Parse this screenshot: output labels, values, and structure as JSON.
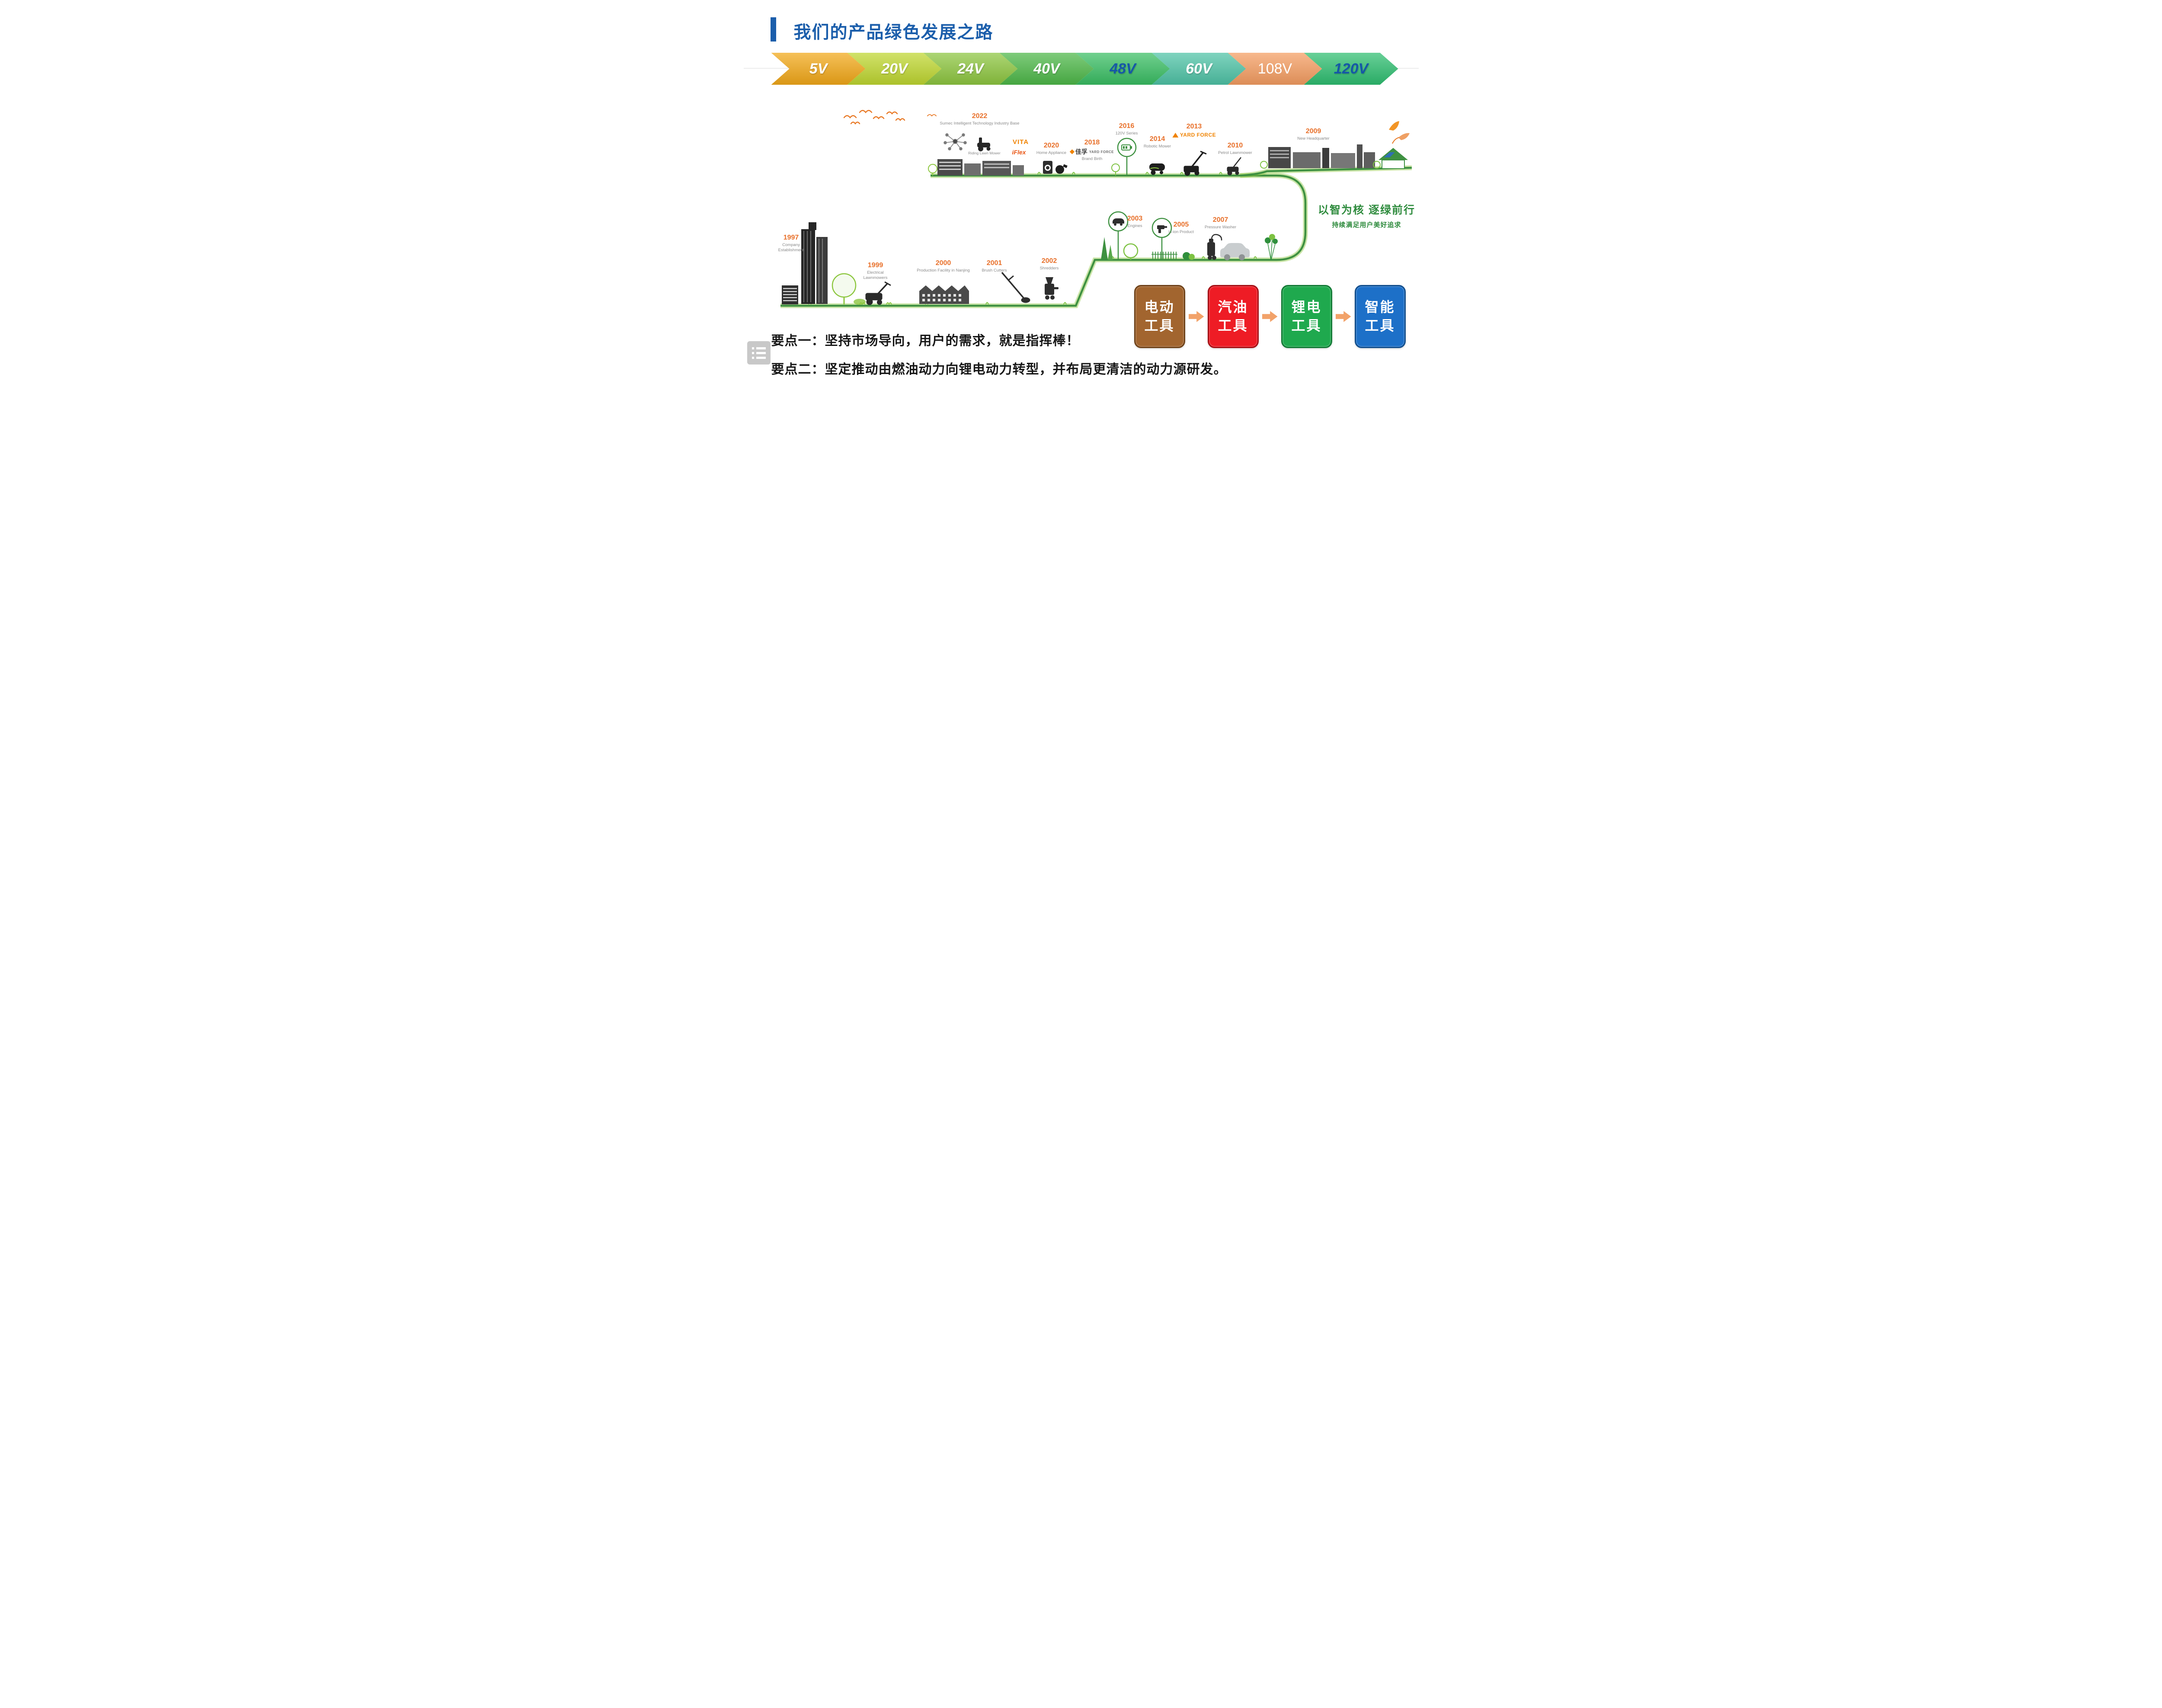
{
  "header": {
    "title": "我们的产品绿色发展之路"
  },
  "colors": {
    "title_blue": "#1B5EAB",
    "road_green": "#3E9141",
    "year_orange": "#E8702A",
    "slogan_green": "#2E8B3D",
    "arrow_orange": "#F2A269"
  },
  "voltage_steps": [
    {
      "label": "5V",
      "color": "#F2A818",
      "text": "#FFFFFF"
    },
    {
      "label": "20V",
      "color": "#BFD730",
      "text": "#FFFFFF"
    },
    {
      "label": "24V",
      "color": "#8DC63F",
      "text": "#FFFFFF"
    },
    {
      "label": "40V",
      "color": "#4DB848",
      "text": "#FFFFFF"
    },
    {
      "label": "48V",
      "color": "#39BE63",
      "text": "#1558A7"
    },
    {
      "label": "60V",
      "color": "#4EC3A6",
      "text": "#FFFFFF"
    },
    {
      "label": "108V",
      "color": "#F59D61",
      "text": "#FFFFFF"
    },
    {
      "label": "120V",
      "color": "#2EBE70",
      "text": "#1558A7"
    }
  ],
  "timeline": {
    "top": [
      {
        "year": "2022",
        "label": "Sumec Intelligent Technology Industry Base",
        "sub_label": "Riding Lawn Mower"
      },
      {
        "year": "2020",
        "label": "Home Appliance"
      },
      {
        "year": "2018",
        "label": "Brand Birth"
      },
      {
        "year": "2016",
        "label": "120V Series"
      },
      {
        "year": "2014",
        "label": "Robotic Mower"
      },
      {
        "year": "2013",
        "label": ""
      },
      {
        "year": "2010",
        "label": "Petrol Lawnmower"
      },
      {
        "year": "2009",
        "label": "New Headquarter"
      }
    ],
    "bottom": [
      {
        "year": "1997",
        "label": "Company Establishment"
      },
      {
        "year": "1999",
        "label": "Electrical Lawnmowers"
      },
      {
        "year": "2000",
        "label": "Production Facility in Nanjing"
      },
      {
        "year": "2001",
        "label": "Brush Cutters"
      },
      {
        "year": "2002",
        "label": "Shredders"
      },
      {
        "year": "2003",
        "label": "Engines"
      },
      {
        "year": "2005",
        "label": "Li-ion Product"
      },
      {
        "year": "2007",
        "label": "Pressure Washer"
      }
    ],
    "logos": {
      "vita": "VITA",
      "iflex": "iFlex",
      "jiafu": "佳孚",
      "yardforce_small": "YARD FORCE",
      "yardforce_2013": "YARD FORCE"
    },
    "slogan_line1": "以智为核  逐绿前行",
    "slogan_line2": "持续满足用户美好追求"
  },
  "evolution_boxes": [
    {
      "line1": "电动",
      "line2": "工具",
      "color": "#A2652F",
      "border": "#6E4118"
    },
    {
      "line1": "汽油",
      "line2": "工具",
      "color": "#EE1C25",
      "border": "#A50F14"
    },
    {
      "line1": "锂电",
      "line2": "工具",
      "color": "#1FA94E",
      "border": "#127A35"
    },
    {
      "line1": "智能",
      "line2": "工具",
      "color": "#1D70C8",
      "border": "#124E8C"
    }
  ],
  "key_points": [
    "要点一：坚持市场导向，用户的需求，就是指挥棒！",
    "要点二：坚定推动由燃油动力向锂电动力转型，并布局更清洁的动力源研发。"
  ]
}
